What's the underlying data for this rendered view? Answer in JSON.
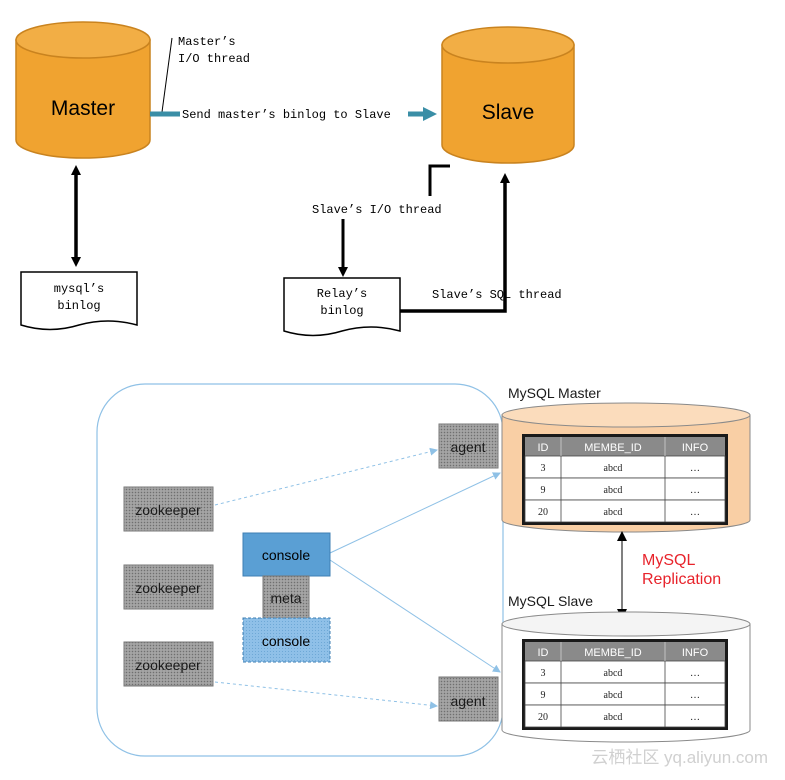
{
  "top_diagram": {
    "master_label": "Master",
    "slave_label": "Slave",
    "master_io_thread_line1": "Master’s",
    "master_io_thread_line2": "I/O thread",
    "send_binlog_label": "Send master’s binlog to Slave",
    "slave_io_thread_label": "Slave’s I/O thread",
    "slave_sql_thread_label": "Slave’s SQL thread",
    "mysql_binlog_line1": "mysql’s",
    "mysql_binlog_line2": "binlog",
    "relay_binlog_line1": "Relay’s",
    "relay_binlog_line2": "binlog"
  },
  "bottom_diagram": {
    "zookeepers": [
      "zookeeper",
      "zookeeper",
      "zookeeper"
    ],
    "console_top": "console",
    "meta": "meta",
    "console_bottom": "console",
    "agent_top": "agent",
    "agent_bottom": "agent",
    "master_db_title": "MySQL Master",
    "slave_db_title": "MySQL Slave",
    "replication_line1": "MySQL",
    "replication_line2": "Replication",
    "table_headers": [
      "ID",
      "MEMBE_ID",
      "INFO"
    ],
    "master_rows": [
      [
        "3",
        "abcd",
        "…"
      ],
      [
        "9",
        "abcd",
        "…"
      ],
      [
        "20",
        "abcd",
        "…"
      ]
    ],
    "slave_rows": [
      [
        "3",
        "abcd",
        "…"
      ],
      [
        "9",
        "abcd",
        "…"
      ],
      [
        "20",
        "abcd",
        "…"
      ]
    ]
  },
  "watermark": "云栖社区 yq.aliyun.com",
  "colors": {
    "orange": "#f0a330",
    "orange_light": "#f9cfa5",
    "teal_arrow": "#3a8ea6",
    "console_blue": "#5a9fd4",
    "console_blue_light": "#a8cff0",
    "gray_box": "#a4a4a4",
    "replication_red": "#e8232b",
    "frame_blue": "#8fc1e6"
  }
}
